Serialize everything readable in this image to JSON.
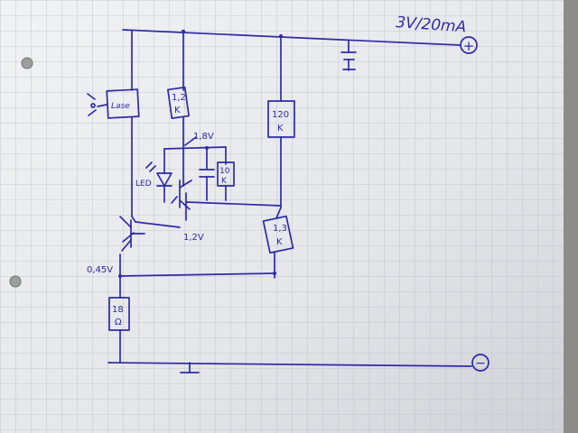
{
  "supply": {
    "text": "3V/20mA"
  },
  "terminals": {
    "plus": "+",
    "minus": "−"
  },
  "laser": {
    "text": "Lase"
  },
  "resistors": {
    "r1": {
      "value": "1,2",
      "unit": "K"
    },
    "r2": {
      "value": "120",
      "unit": "K"
    },
    "r3": {
      "value": "10",
      "unit": "K"
    },
    "r4": {
      "value": "1,3",
      "unit": "K"
    },
    "r5": {
      "value": "18",
      "unit": "Ω"
    }
  },
  "led": {
    "label": "LED"
  },
  "voltages": {
    "v1": "1,8V",
    "v2": "1,2V",
    "v3": "0,45V"
  },
  "colors": {
    "ink": "#2f2aa6",
    "paper": "#e9ebee",
    "grid": "#b8bdc6"
  }
}
